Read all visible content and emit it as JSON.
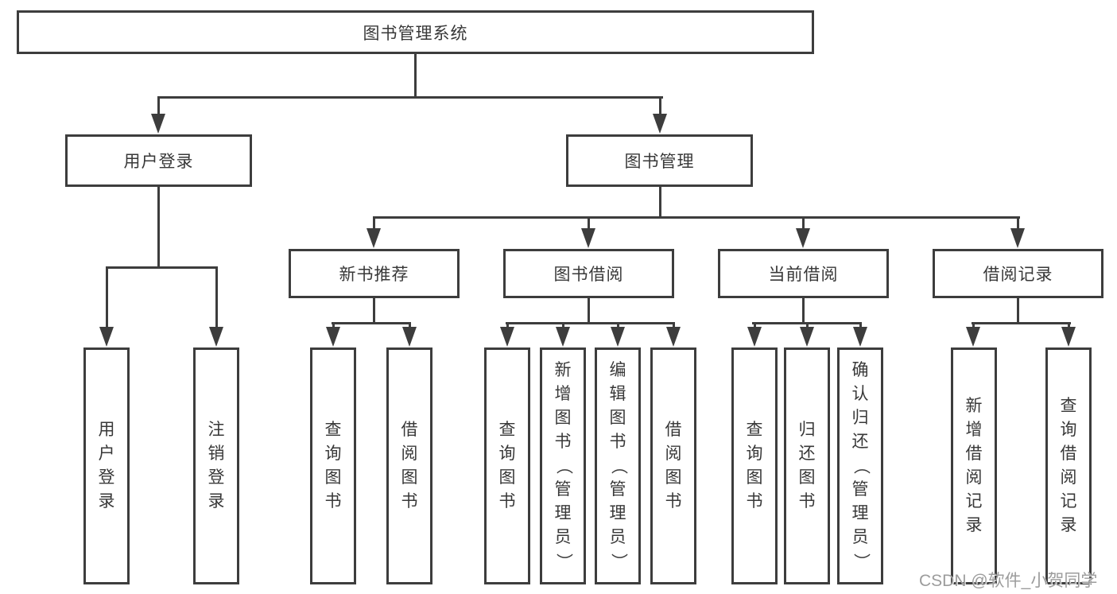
{
  "diagram": {
    "tree": {
      "label": "图书管理系统",
      "children": [
        {
          "label": "用户登录",
          "children": [
            {
              "label": "用户登录"
            },
            {
              "label": "注销登录"
            }
          ]
        },
        {
          "label": "图书管理",
          "children": [
            {
              "label": "新书推荐",
              "children": [
                {
                  "label": "查询图书"
                },
                {
                  "label": "借阅图书"
                }
              ]
            },
            {
              "label": "图书借阅",
              "children": [
                {
                  "label": "查询图书"
                },
                {
                  "label": "新增图书（管理员）"
                },
                {
                  "label": "编辑图书（管理员）"
                },
                {
                  "label": "借阅图书"
                }
              ]
            },
            {
              "label": "当前借阅",
              "children": [
                {
                  "label": "查询图书"
                },
                {
                  "label": "归还图书"
                },
                {
                  "label": "确认归还（管理员）"
                }
              ]
            },
            {
              "label": "借阅记录",
              "children": [
                {
                  "label": "新增借阅记录"
                },
                {
                  "label": "查询借阅记录"
                }
              ]
            }
          ]
        }
      ]
    }
  },
  "watermark": {
    "text": "CSDN @软件_小贺同学"
  },
  "colors": {
    "line": "#3d3d3d",
    "text": "#383838",
    "background": "#ffffff",
    "watermark": "#9c9c9c"
  }
}
